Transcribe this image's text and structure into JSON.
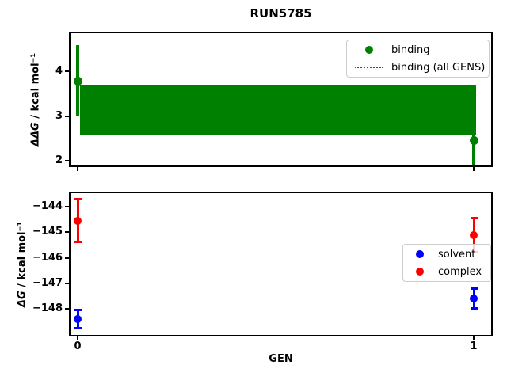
{
  "title": "RUN5785",
  "colors": {
    "binding": "#008000",
    "solvent": "#0000ff",
    "complex": "#ff0000",
    "spine": "#000000",
    "legend_border": "#cccccc"
  },
  "chart_data": [
    {
      "type": "scatter",
      "title": "RUN5785",
      "xlabel": "",
      "ylabel": "ΔΔG / kcal mol⁻¹",
      "ylabel_math": "ΔΔG",
      "ylabel_rest": " / kcal mol⁻¹",
      "grid": false,
      "xlim": [
        -0.018,
        1.044
      ],
      "ylim": [
        1.9,
        4.85
      ],
      "yticks": [
        {
          "v": 2,
          "label": "2"
        },
        {
          "v": 3,
          "label": "3"
        },
        {
          "v": 4,
          "label": "4"
        }
      ],
      "xticks": [
        {
          "v": 0,
          "label": "0"
        },
        {
          "v": 1,
          "label": "1"
        }
      ],
      "xtick_labels_visible": false,
      "series": [
        {
          "name": "binding",
          "type": "points",
          "color": "#008000",
          "markersize": 11,
          "elinewidth": 4,
          "caps": false,
          "x": [
            0,
            1
          ],
          "y": [
            3.79,
            2.46
          ],
          "yerr": [
            0.8,
            0.64
          ]
        },
        {
          "name": "binding (all GENS)",
          "type": "band",
          "color": "#008000",
          "x": [
            0,
            1
          ],
          "center": 3.15,
          "lower": 2.59,
          "upper": 3.71
        }
      ],
      "legend": {
        "position": "upper right",
        "entries": [
          {
            "label": "binding",
            "marker": "dot",
            "color": "#008000"
          },
          {
            "label": "binding (all GENS)",
            "marker": "dotted-line",
            "color": "#008000"
          }
        ]
      }
    },
    {
      "type": "scatter",
      "title": "",
      "xlabel": "GEN",
      "ylabel": "ΔG / kcal mol⁻¹",
      "ylabel_math": "ΔG",
      "ylabel_rest": " / kcal mol⁻¹",
      "grid": false,
      "xlim": [
        -0.018,
        1.044
      ],
      "ylim": [
        -149.02,
        -143.47
      ],
      "yticks": [
        {
          "v": -144,
          "label": "−144"
        },
        {
          "v": -145,
          "label": "−145"
        },
        {
          "v": -146,
          "label": "−146"
        },
        {
          "v": -147,
          "label": "−147"
        },
        {
          "v": -148,
          "label": "−148"
        }
      ],
      "xticks": [
        {
          "v": 0,
          "label": "0"
        },
        {
          "v": 1,
          "label": "1"
        }
      ],
      "xtick_labels_visible": true,
      "series": [
        {
          "name": "solvent",
          "type": "points",
          "color": "#0000ff",
          "markersize": 10,
          "elinewidth": 3,
          "caps": true,
          "x": [
            0,
            1
          ],
          "y": [
            -148.41,
            -147.59
          ],
          "yerr": [
            0.37,
            0.4
          ]
        },
        {
          "name": "complex",
          "type": "points",
          "color": "#ff0000",
          "markersize": 10,
          "elinewidth": 3,
          "caps": true,
          "x": [
            0,
            1
          ],
          "y": [
            -144.55,
            -145.1
          ],
          "yerr": [
            0.85,
            0.68
          ]
        }
      ],
      "legend": {
        "position": "center right",
        "entries": [
          {
            "label": "solvent",
            "marker": "dot",
            "color": "#0000ff"
          },
          {
            "label": "complex",
            "marker": "dot",
            "color": "#ff0000"
          }
        ]
      }
    }
  ]
}
